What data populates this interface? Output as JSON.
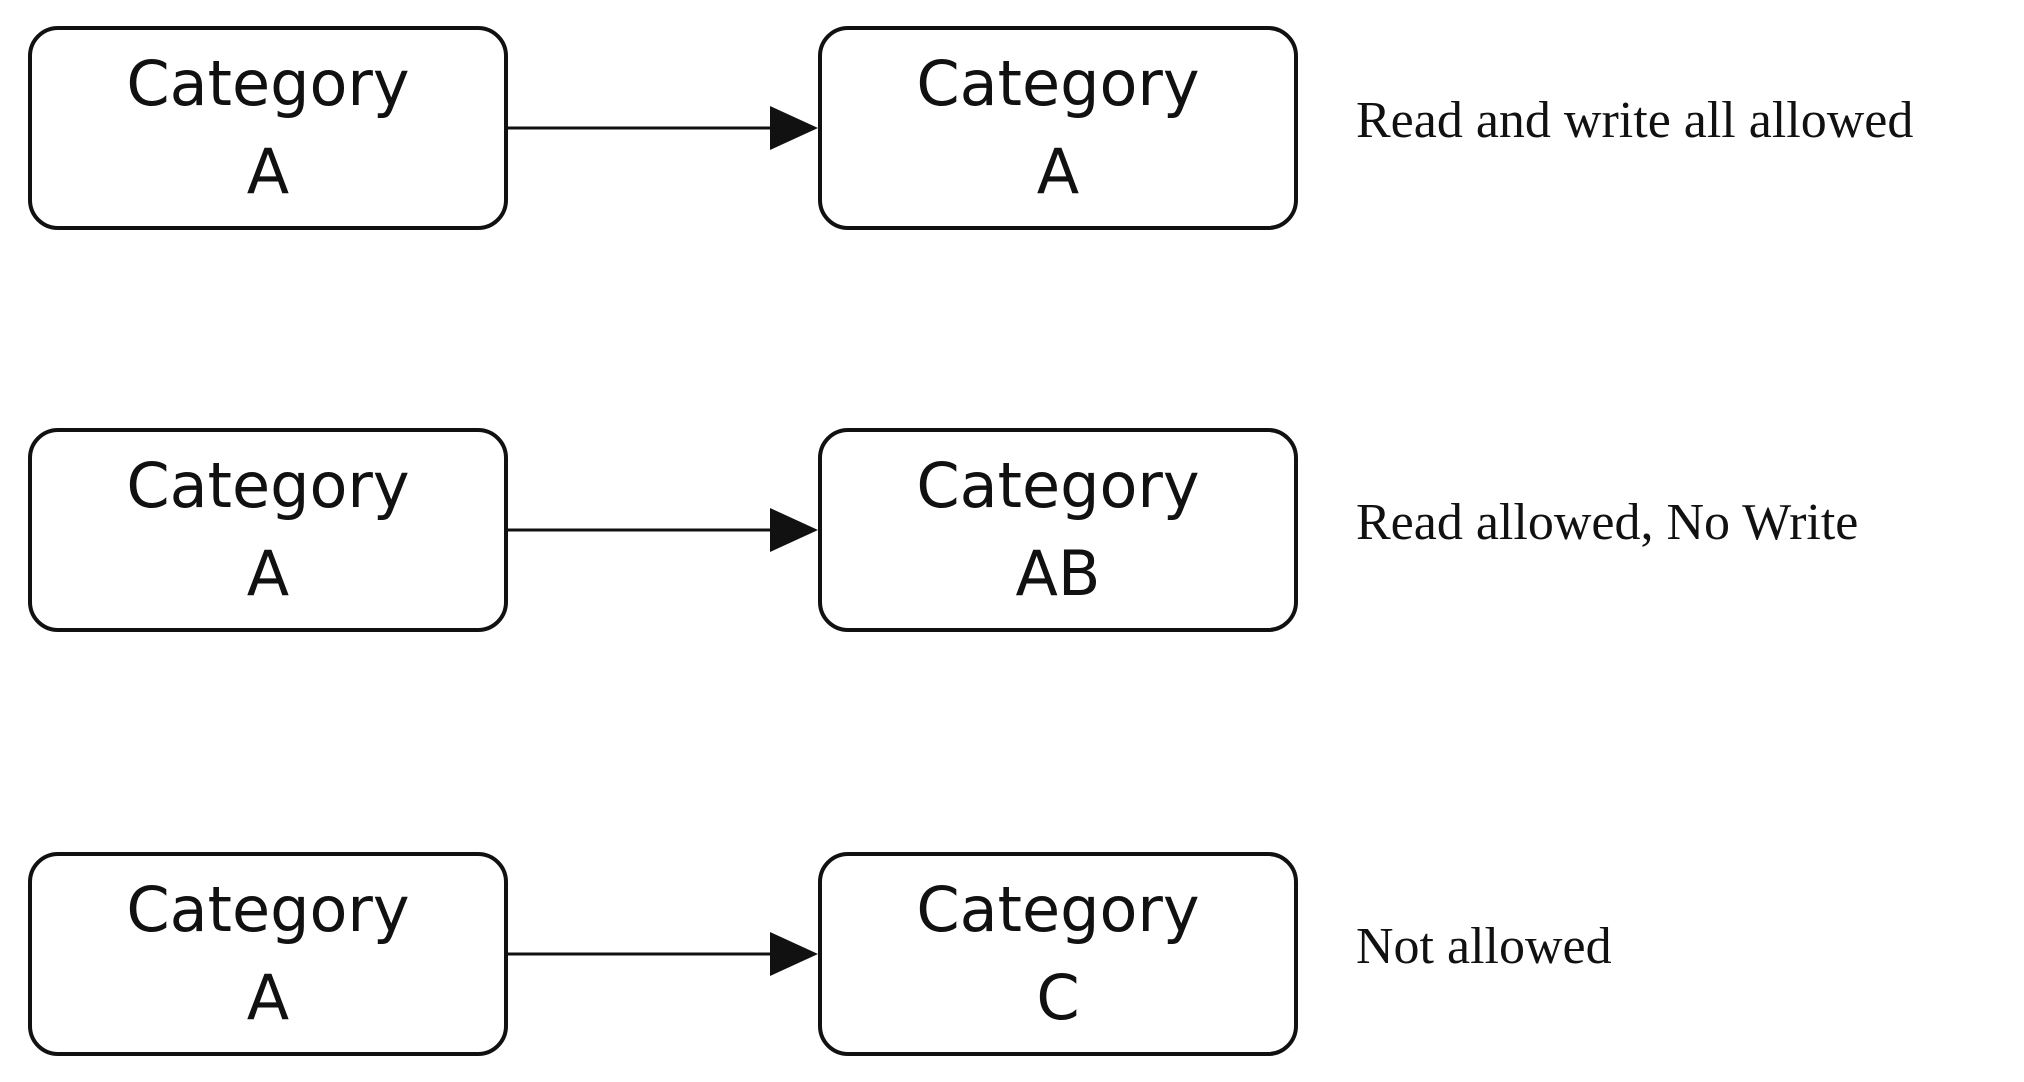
{
  "diagram": {
    "rows": [
      {
        "source": {
          "line1": "Category",
          "line2": "A"
        },
        "target": {
          "line1": "Category",
          "line2": "A"
        },
        "label": "Read and write all allowed"
      },
      {
        "source": {
          "line1": "Category",
          "line2": "A"
        },
        "target": {
          "line1": "Category",
          "line2": "AB"
        },
        "label": "Read allowed, No Write"
      },
      {
        "source": {
          "line1": "Category",
          "line2": "A"
        },
        "target": {
          "line1": "Category",
          "line2": "C"
        },
        "label": "Not allowed"
      }
    ]
  }
}
